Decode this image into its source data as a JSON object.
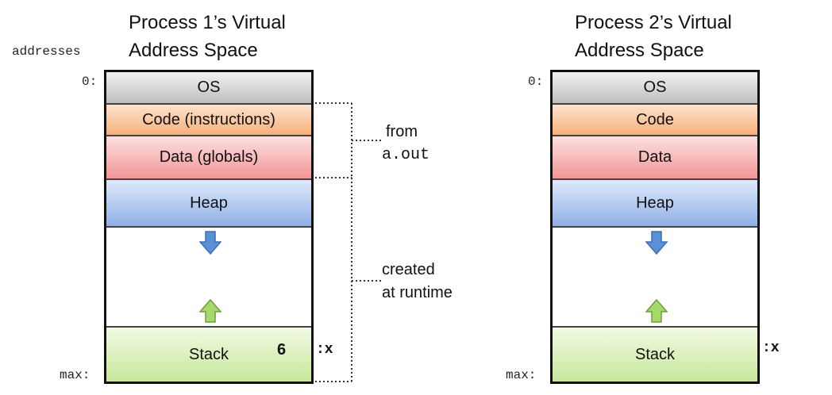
{
  "process1": {
    "title_line1": "Process 1’s  Virtual",
    "title_line2": "Address Space",
    "addresses_label": "addresses",
    "addr_start": "0:",
    "addr_end": "max:",
    "segments": {
      "os": "OS",
      "code": "Code (instructions)",
      "data": "Data (globals)",
      "heap": "Heap",
      "stack": "Stack"
    },
    "stack_value": "6",
    "stack_var": ":x"
  },
  "process2": {
    "title_line1": "Process 2’s  Virtual",
    "title_line2": "Address Space",
    "addr_start": "0:",
    "addr_end": "max:",
    "segments": {
      "os": "OS",
      "code": "Code",
      "data": "Data",
      "heap": "Heap",
      "stack": "Stack"
    },
    "stack_var": ":x"
  },
  "annotations": {
    "from_label": "from",
    "from_file": "a.out",
    "created_line1": "created",
    "created_line2": "at runtime"
  },
  "colors": {
    "os": "#bdbdbd",
    "code": "#f7b07a",
    "data": "#f29595",
    "heap": "#8fb0e6",
    "stack": "#c7e89a",
    "down_arrow": "#5b8fd6",
    "up_arrow": "#a6d86a"
  },
  "icons": {
    "heap_growth": "arrow-down-icon",
    "stack_growth": "arrow-up-icon"
  }
}
